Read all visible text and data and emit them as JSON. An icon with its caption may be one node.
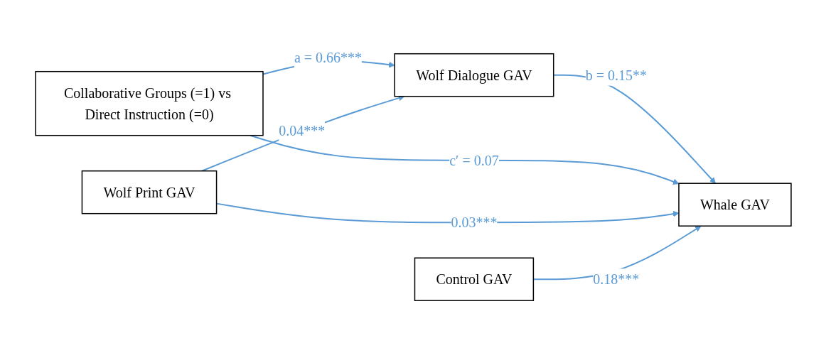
{
  "diagram": {
    "nodes": [
      {
        "text": [
          "Collaborative Groups (=1) vs Direct Instruction (=0)"
        ]
      },
      {
        "text": [
          "Wolf Dialogue GAV"
        ]
      },
      {
        "text": [
          "Whale GAV"
        ]
      },
      {
        "text": [
          "Wolf Print GAV"
        ]
      },
      {
        "text": [
          "Control GAV"
        ]
      }
    ],
    "edges": [
      {
        "from": 0,
        "to": 1,
        "arrow": "to",
        "label": "a = 0.66***"
      },
      {
        "from": 1,
        "to": 2,
        "arrow": "to",
        "label": "b = 0.15**"
      },
      {
        "from": 0,
        "to": 2,
        "arrow": "to",
        "label": "c′ = 0.07"
      },
      {
        "from": 3,
        "to": 1,
        "arrow": "to",
        "label": "0.04***"
      },
      {
        "from": 3,
        "to": 2,
        "arrow": "to",
        "label": "0.03***"
      },
      {
        "from": 4,
        "to": 2,
        "arrow": "to",
        "label": "0.18***"
      }
    ]
  }
}
